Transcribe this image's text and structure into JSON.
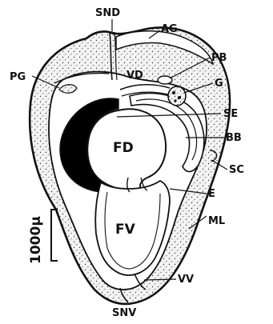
{
  "labels": {
    "snd": "SND",
    "ag": "AG",
    "pb": "PB",
    "pg": "PG",
    "vd": "VD",
    "g": "G",
    "se": "SE",
    "fd": "FD",
    "bb": "BB",
    "sc": "SC",
    "e": "E",
    "fv": "FV",
    "ml": "ML",
    "vv": "VV",
    "snv": "SNV"
  },
  "scale_bar": {
    "text": "1000μ"
  },
  "colors": {
    "ink": "#111111",
    "tissue_fill": "#eeeeee",
    "dark_mass": "#000000",
    "background": "#ffffff"
  }
}
